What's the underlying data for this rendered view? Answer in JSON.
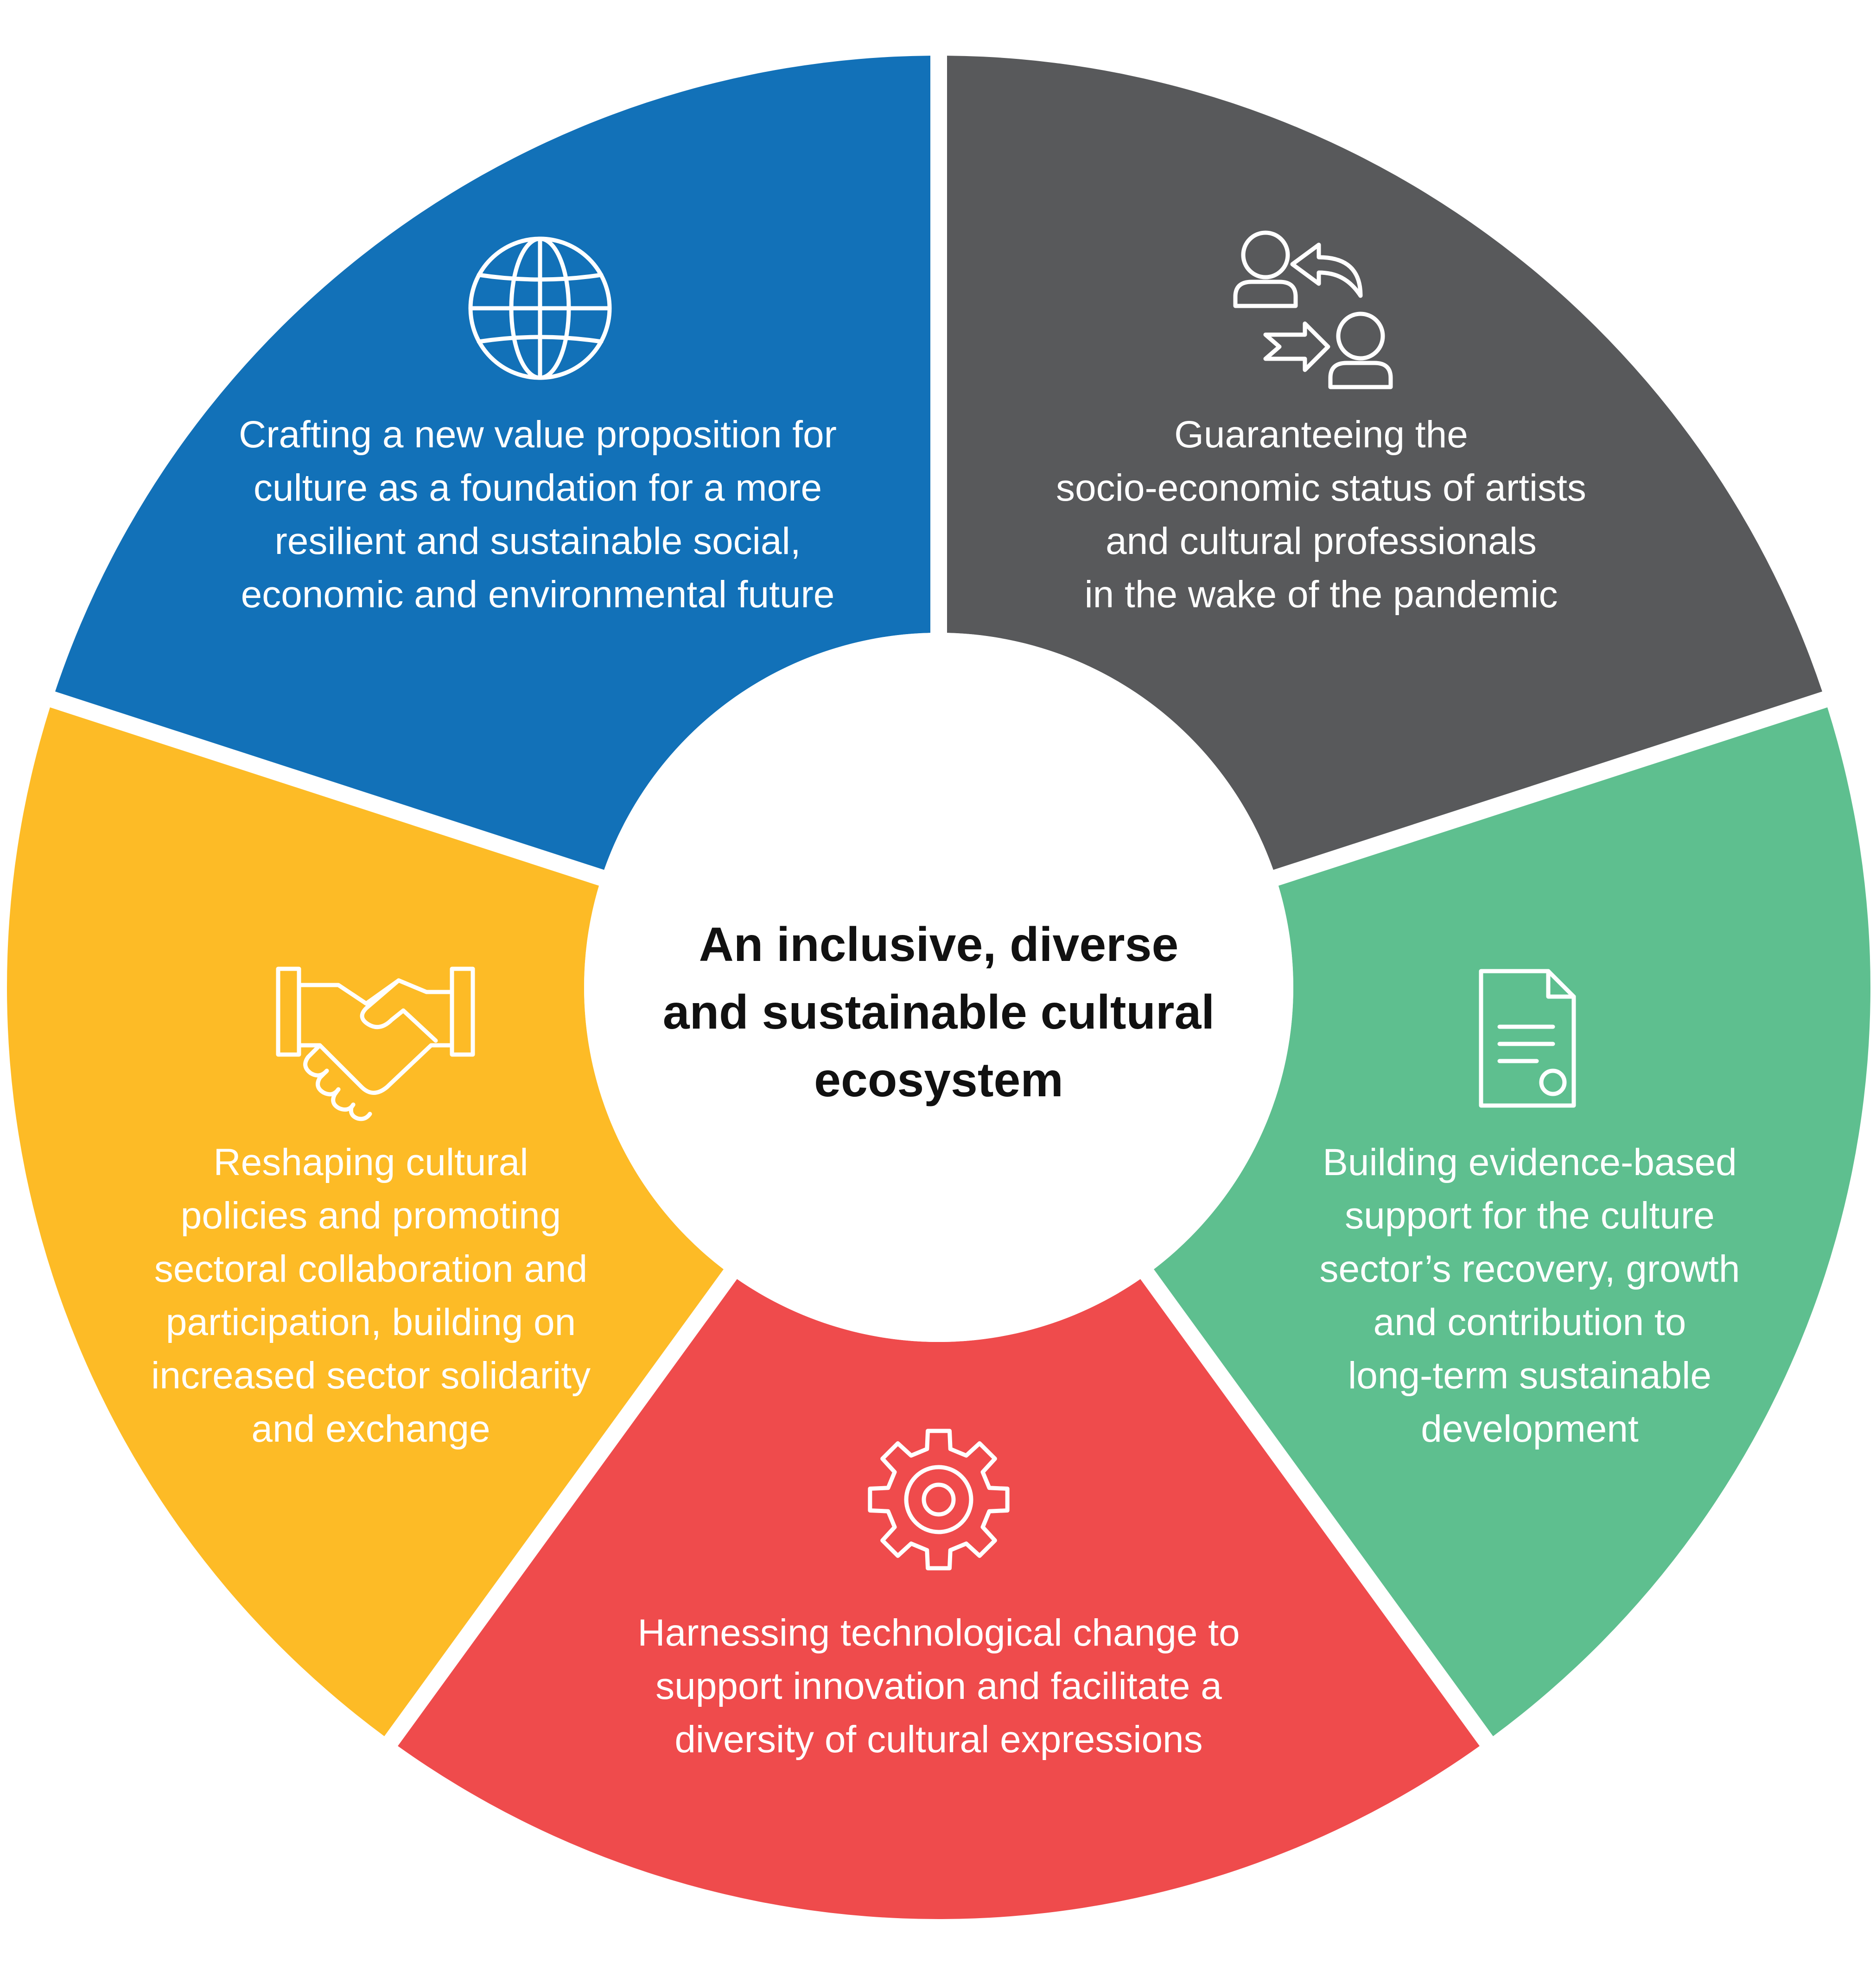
{
  "center": {
    "lines": [
      "An inclusive, diverse",
      "and sustainable cultural",
      "ecosystem"
    ]
  },
  "colors": {
    "blue": "#1271B8",
    "gray": "#58595B",
    "green": "#5EBF8F",
    "red": "#EF4B4C",
    "yellow": "#FDBB26",
    "center": "#FFFFFF"
  },
  "segments": [
    {
      "id": "blue",
      "icon": "globe-icon",
      "lines": [
        "Crafting a new value proposition for",
        "culture as a foundation for a more",
        "resilient and sustainable social,",
        "economic and environmental future"
      ]
    },
    {
      "id": "gray",
      "icon": "people-exchange-icon",
      "lines": [
        "Guaranteeing the",
        "socio-economic status of artists",
        "and cultural professionals",
        "in the wake of the pandemic"
      ]
    },
    {
      "id": "green",
      "icon": "document-icon",
      "lines": [
        "Building evidence-based",
        "support for the culture",
        "sector’s recovery, growth",
        "and contribution to",
        "long-term sustainable",
        "development"
      ]
    },
    {
      "id": "red",
      "icon": "gear-icon",
      "lines": [
        "Harnessing technological change to",
        "support innovation and facilitate a",
        "diversity of cultural expressions"
      ]
    },
    {
      "id": "yellow",
      "icon": "handshake-icon",
      "lines": [
        "Reshaping cultural",
        "policies and promoting",
        "sectoral collaboration and",
        "participation, building on",
        "increased sector solidarity",
        "and exchange"
      ]
    }
  ]
}
